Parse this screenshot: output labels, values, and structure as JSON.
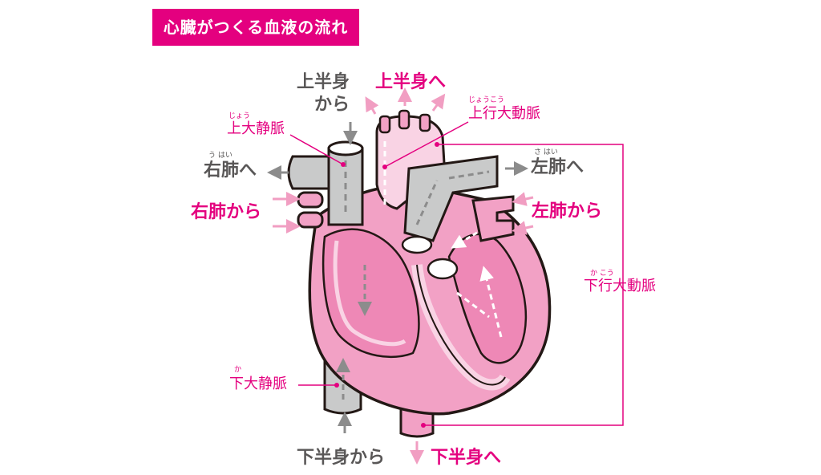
{
  "title": "心臓がつくる血液の流れ",
  "labels": {
    "upper_body_from": {
      "line1": "上半身",
      "line2": "から"
    },
    "upper_body_to": "上半身へ",
    "superior_vena_cava": {
      "text": "上大静脈",
      "ruby": "じょう"
    },
    "ascending_aorta": {
      "text": "上行大動脈",
      "ruby": "じょうこう"
    },
    "right_lung_to": {
      "text": "右肺へ",
      "ruby": "う  はい"
    },
    "left_lung_to": {
      "text": "左肺へ",
      "ruby": "さ  はい"
    },
    "right_lung_from": "右肺から",
    "left_lung_from": "左肺から",
    "descending_aorta": {
      "text": "下行大動脈",
      "ruby": "か こう"
    },
    "inferior_vena_cava": {
      "text": "下大静脈",
      "ruby": "か"
    },
    "lower_body_from": "下半身から",
    "lower_body_to": "下半身へ"
  },
  "colors": {
    "accent": "#e4007f",
    "gray_text": "#595757",
    "vessel_gray": "#c9caca",
    "heart_pink": "#f2a1c5",
    "heart_light": "#f9d3e4",
    "outline": "#231815"
  }
}
